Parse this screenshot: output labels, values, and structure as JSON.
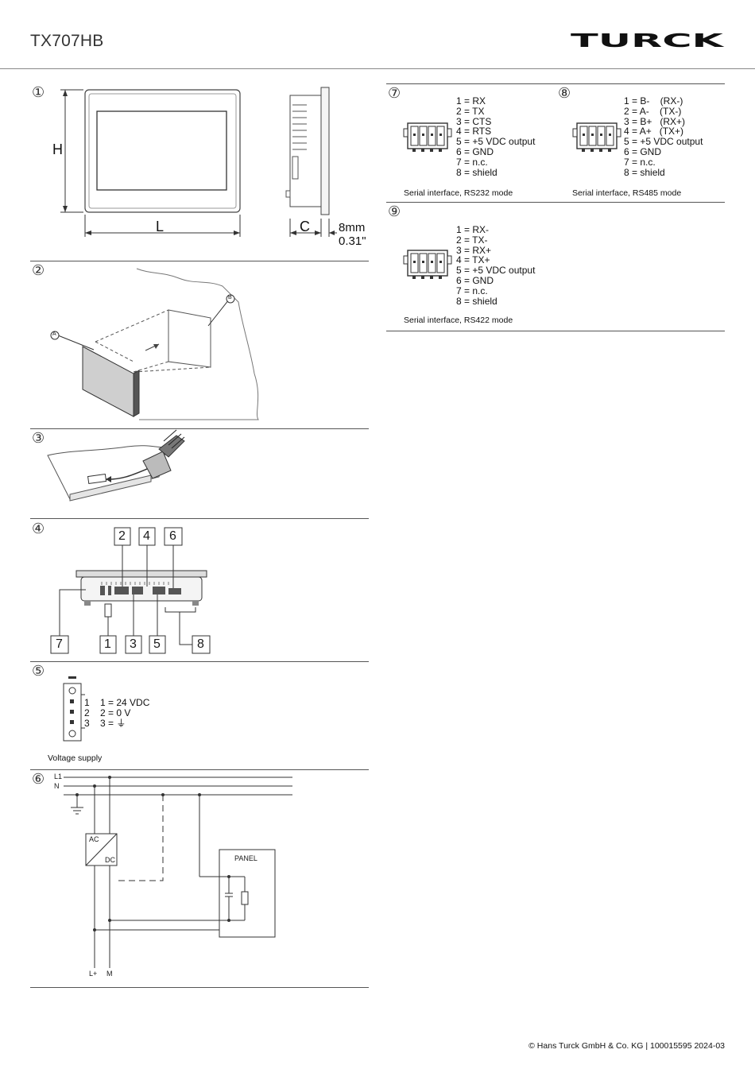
{
  "header": {
    "title": "TX707HB",
    "logo_text": "TURCK"
  },
  "figures": {
    "dimensions": {
      "number": "①",
      "h_label": "H",
      "l_label": "L",
      "c_label": "C",
      "depth_mm": "8mm",
      "depth_in": "0.31\""
    },
    "mounting": {
      "number": "②",
      "callout_a": "A",
      "callout_b": "B"
    },
    "clamp": {
      "number": "③"
    },
    "ports": {
      "number": "④",
      "top_labels": [
        "2",
        "4",
        "6"
      ],
      "bottom_labels": [
        "7",
        "1",
        "3",
        "5",
        "8"
      ]
    },
    "power": {
      "number": "⑤",
      "terminal_numbers": [
        "1",
        "2",
        "3"
      ],
      "pins": [
        "1 = 24 VDC",
        "2 = 0 V",
        "3 = ⏚"
      ],
      "caption": "Voltage supply"
    },
    "wiring": {
      "number": "⑥",
      "l1": "L1",
      "n": "N",
      "ac": "AC",
      "dc": "DC",
      "panel": "PANEL",
      "lplus": "L+",
      "m": "M"
    },
    "rs232": {
      "number": "⑦",
      "pins": [
        "1 = RX",
        "2 = TX",
        "3 = CTS",
        "4 = RTS",
        "5 = +5 VDC output",
        "6 = GND",
        "7 = n.c.",
        "8 = shield"
      ],
      "caption": "Serial interface, RS232 mode"
    },
    "rs485": {
      "number": "⑧",
      "pins": [
        "1 = B-    (RX-)",
        "2 = A-    (TX-)",
        "3 = B+   (RX+)",
        "4 = A+   (TX+)",
        "5 = +5 VDC output",
        "6 = GND",
        "7 = n.c.",
        "8 = shield"
      ],
      "caption": "Serial interface, RS485 mode"
    },
    "rs422": {
      "number": "⑨",
      "pins": [
        "1 = RX-",
        "2 = TX-",
        "3 = RX+",
        "4 = TX+",
        "5 = +5 VDC output",
        "6 = GND",
        "7 = n.c.",
        "8 = shield"
      ],
      "caption": "Serial interface,  RS422 mode"
    }
  },
  "footer": {
    "text": "© Hans Turck GmbH & Co. KG | 100015595 2024-03"
  }
}
